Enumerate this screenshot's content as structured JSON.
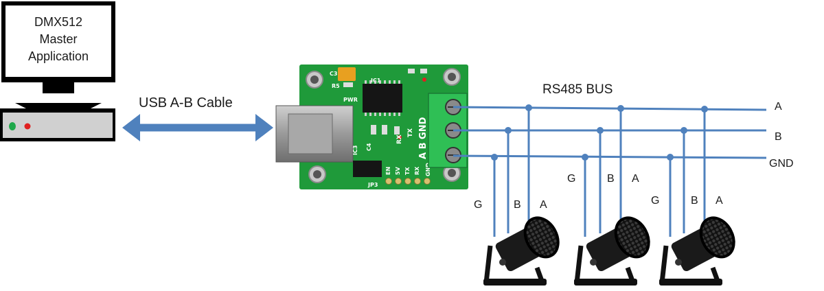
{
  "computer": {
    "screen_lines": [
      "DMX512",
      "Master",
      "Application"
    ]
  },
  "cable": {
    "label": "USB A-B Cable"
  },
  "bus": {
    "title": "RS485 BUS",
    "lines": [
      "A",
      "B",
      "GND"
    ],
    "line_color": "#4f81bd"
  },
  "board": {
    "silk": {
      "terminals": "A B GND",
      "tx": "TX",
      "rx": "RX",
      "pwr": "PWR",
      "ic1": "IC1",
      "ic3": "IC3",
      "c3": "C3",
      "c4": "C4",
      "r5": "R5",
      "jp3": "JP3",
      "pins": [
        "EN",
        "5V",
        "TX",
        "RX",
        "GND"
      ]
    }
  },
  "fixtures": [
    {
      "labels": [
        "G",
        "B",
        "A"
      ]
    },
    {
      "labels": [
        "G",
        "B",
        "A"
      ]
    },
    {
      "labels": [
        "G",
        "B",
        "A"
      ]
    }
  ],
  "colors": {
    "pcb": "#1f9a3a",
    "terminal": "#2fbf55",
    "arrow": "#4f81bd",
    "led_green": "#1fa84a",
    "led_red": "#e02020"
  }
}
